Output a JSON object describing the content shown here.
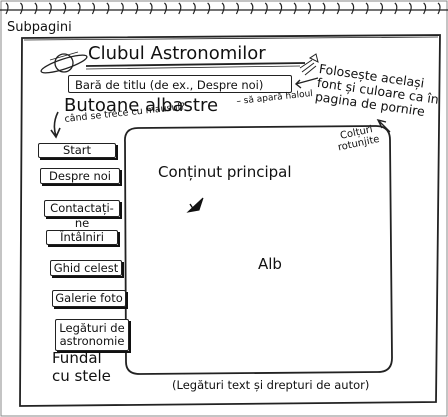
{
  "page_label": "Subpagini",
  "site_title": "Clubul Astronomilor",
  "title_bar_label": "Bară de titlu (de ex., Despre noi)",
  "note_font": "Folosește același font și culoare ca în pagina de pornire",
  "blue_buttons_title": "Butoane albastre",
  "blue_buttons_sub": "– să apară haloul",
  "blue_buttons_question": "când se trece cu mausul?",
  "rounded_corners": "Colțuri rotunjite",
  "nav": {
    "start": "Start",
    "about": "Despre noi",
    "contact": "Contactați-ne",
    "meetings": "Întâlniri",
    "sky_guide": "Ghid celest",
    "photo_gallery": "Galerie foto",
    "astro_links": "Legături de astronomie"
  },
  "main_content": "Conținut principal",
  "main_white": "Alb",
  "background_stars": "Fundal cu stele",
  "footer": "(Legături text și drepturi de autor)",
  "icons": [
    "planet-icon",
    "shooting-star-icon",
    "cursor-arrow-icon"
  ]
}
